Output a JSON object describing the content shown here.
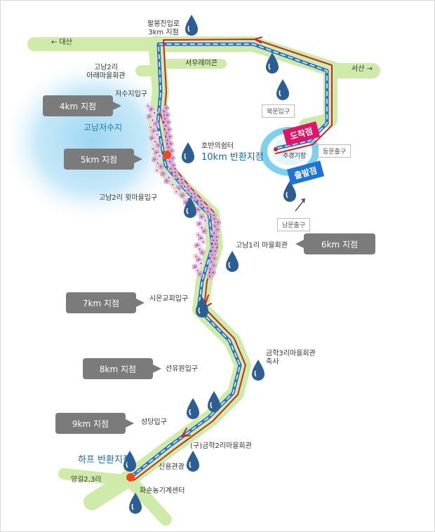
{
  "colors": {
    "road": "#cfeba9",
    "route_blue": "#2f6fc2",
    "route_red": "#c62828",
    "lake": "#bfe4f6",
    "blossom": "#d8a8d4",
    "km_box": "#7b7b7b",
    "arrival": "#e0156a",
    "departure": "#1e74d6",
    "turn_point": "#f04a1a"
  },
  "roads": {
    "west": "← 대산",
    "east": "서산 →"
  },
  "places": {
    "palbong": "팔봉진입로\n3km 지점",
    "gonam2_lower": "고남2리\n아래마을회관",
    "seowoo": "서우레미콘",
    "reservoir_entrance": "저수지입구",
    "reservoir": "고남저수지",
    "hoban": "호반의쉼터",
    "gonam2_upper": "고남2리 윗마을입구",
    "gonam1": "고남1리 마을회관",
    "sion": "시온교회입구",
    "seonyu": "선유원입구",
    "geumhak3": "금학3리마을회관\n축사",
    "seongdang": "성당입구",
    "geumhak2": "(구)금학2리마을회관",
    "sinyong": "신용관광",
    "yanggil": "양길2,3리",
    "hwasun": "화순농기계센터",
    "stadium": "주경기장"
  },
  "km_markers": {
    "km4": "4km 지점",
    "km5": "5km 지점",
    "km6": "6km 지점",
    "km7": "7km 지점",
    "km8": "8km 지점",
    "km9": "9km 지점"
  },
  "turn_points": {
    "ten_km": "10km 반환지점",
    "half": "하프 반환지점"
  },
  "gates": {
    "north": "북문입구",
    "east": "동문출구",
    "south": "남문출구"
  },
  "stadium_tags": {
    "arrival": "도착점",
    "departure": "출발점"
  },
  "icons": {
    "water": "water-drop-icon",
    "blossom": "cherry-blossom-icon"
  }
}
